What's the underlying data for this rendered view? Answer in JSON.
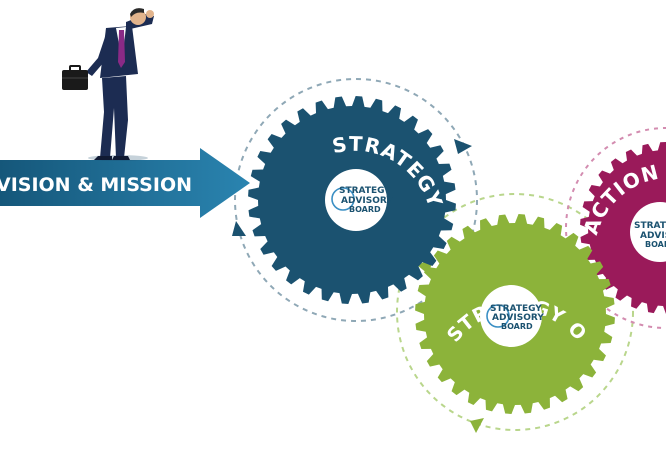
{
  "banner": {
    "label": "VISION & MISSION"
  },
  "gears": [
    {
      "id": "strategy",
      "label": "STRATEGY",
      "color": "#1b5270"
    },
    {
      "id": "objectives",
      "label": "STRATEGY OBJECTIVES",
      "color": "#8cb33a"
    },
    {
      "id": "action",
      "label": "ACTION",
      "color": "#9a1a5a"
    }
  ],
  "logo": {
    "line1": "STRATEGY",
    "line2": "ADVISORY",
    "line3": "BOARD"
  },
  "colors": {
    "arrow": "#1d6b94",
    "strategy_ring": "#8fa8b6",
    "objectives_ring": "#b9d68c",
    "action_ring": "#d38cb0",
    "suit": "#1c2c52",
    "tie": "#8a2a86"
  }
}
